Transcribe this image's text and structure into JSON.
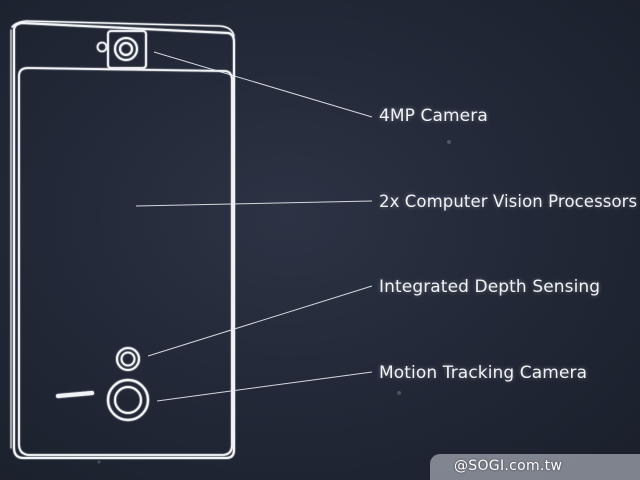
{
  "labels": {
    "camera": "4MP Camera",
    "vision": "2x Computer Vision Processors",
    "depth": "Integrated Depth Sensing",
    "motion": "Motion Tracking Camera"
  },
  "watermark": "@SOGI.com.tw",
  "colors": {
    "background": "#1f2431",
    "outline": "#f2f3f6"
  }
}
